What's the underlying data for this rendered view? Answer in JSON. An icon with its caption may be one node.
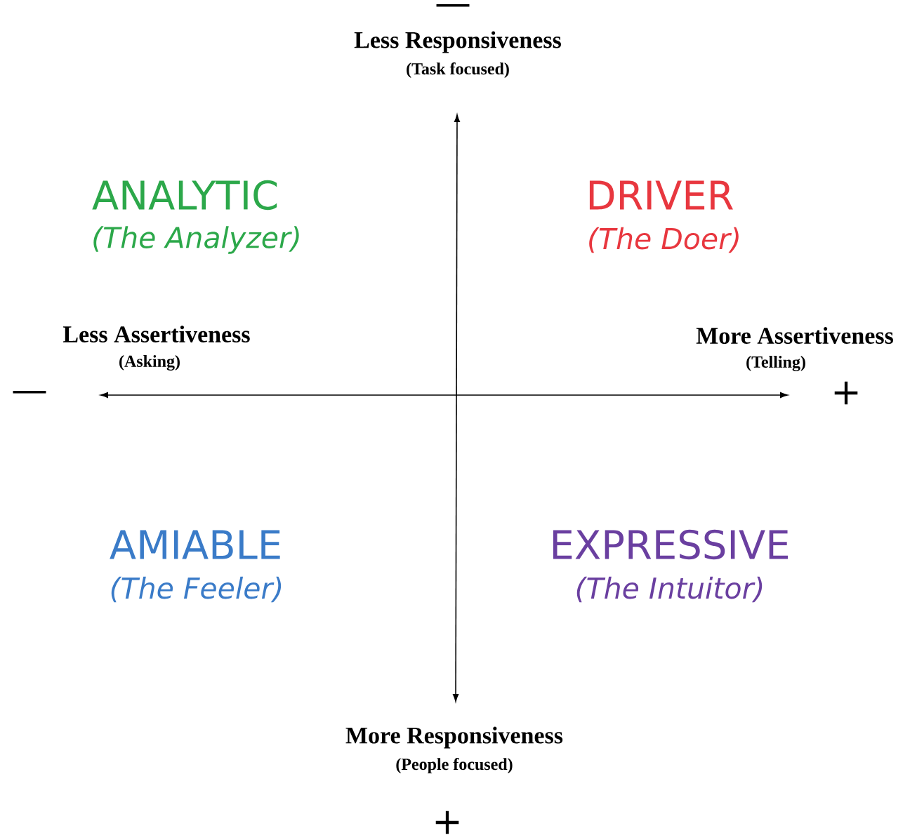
{
  "diagram": {
    "labels": [
      "—",
      "Less Responsiveness",
      "(Task focused)",
      "ANALYTIC",
      "(The Analyzer)",
      "DRIVER",
      "(The Doer)",
      "Less Assertiveness",
      "(Asking)",
      "More Assertiveness",
      "(Telling)",
      "—",
      "+",
      "AMIABLE",
      "(The Feeler)",
      "EXPRESSIVE",
      "(The Intuitor)",
      "More Responsiveness",
      "(People focused)",
      "+"
    ]
  }
}
